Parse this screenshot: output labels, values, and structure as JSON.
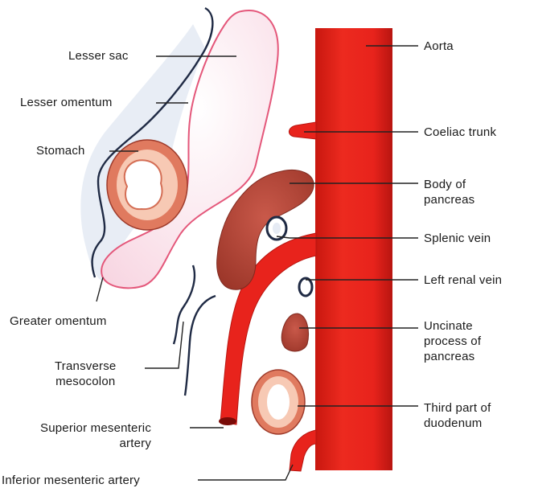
{
  "labels": {
    "lesser_sac": "Lesser sac",
    "lesser_omentum": "Lesser omentum",
    "stomach": "Stomach",
    "greater_omentum": "Greater omentum",
    "transverse_mesocolon": "Transverse\nmesocolon",
    "superior_mesenteric_artery": "Superior mesenteric\nartery",
    "inferior_mesenteric_artery": "Inferior mesenteric artery",
    "aorta": "Aorta",
    "coeliac_trunk": "Coeliac trunk",
    "body_of_pancreas": "Body of\npancreas",
    "splenic_vein": "Splenic vein",
    "left_renal_vein": "Left renal vein",
    "uncinate_process": "Uncinate\nprocess of\npancreas",
    "third_part_duodenum": "Third part of\nduodenum"
  },
  "colors": {
    "artery_red": "#e8231c",
    "artery_dark": "#b81510",
    "pancreas": "#b84a3c",
    "peritoneum_outline": "#1f2a44",
    "lesser_sac_outline": "#e4577a",
    "lesser_sac_fill": "#fbe4ec",
    "omentum_shade": "#e6ebf4",
    "gut_wall": "#e07a5f",
    "gut_mucosa": "#f7c9b4"
  }
}
